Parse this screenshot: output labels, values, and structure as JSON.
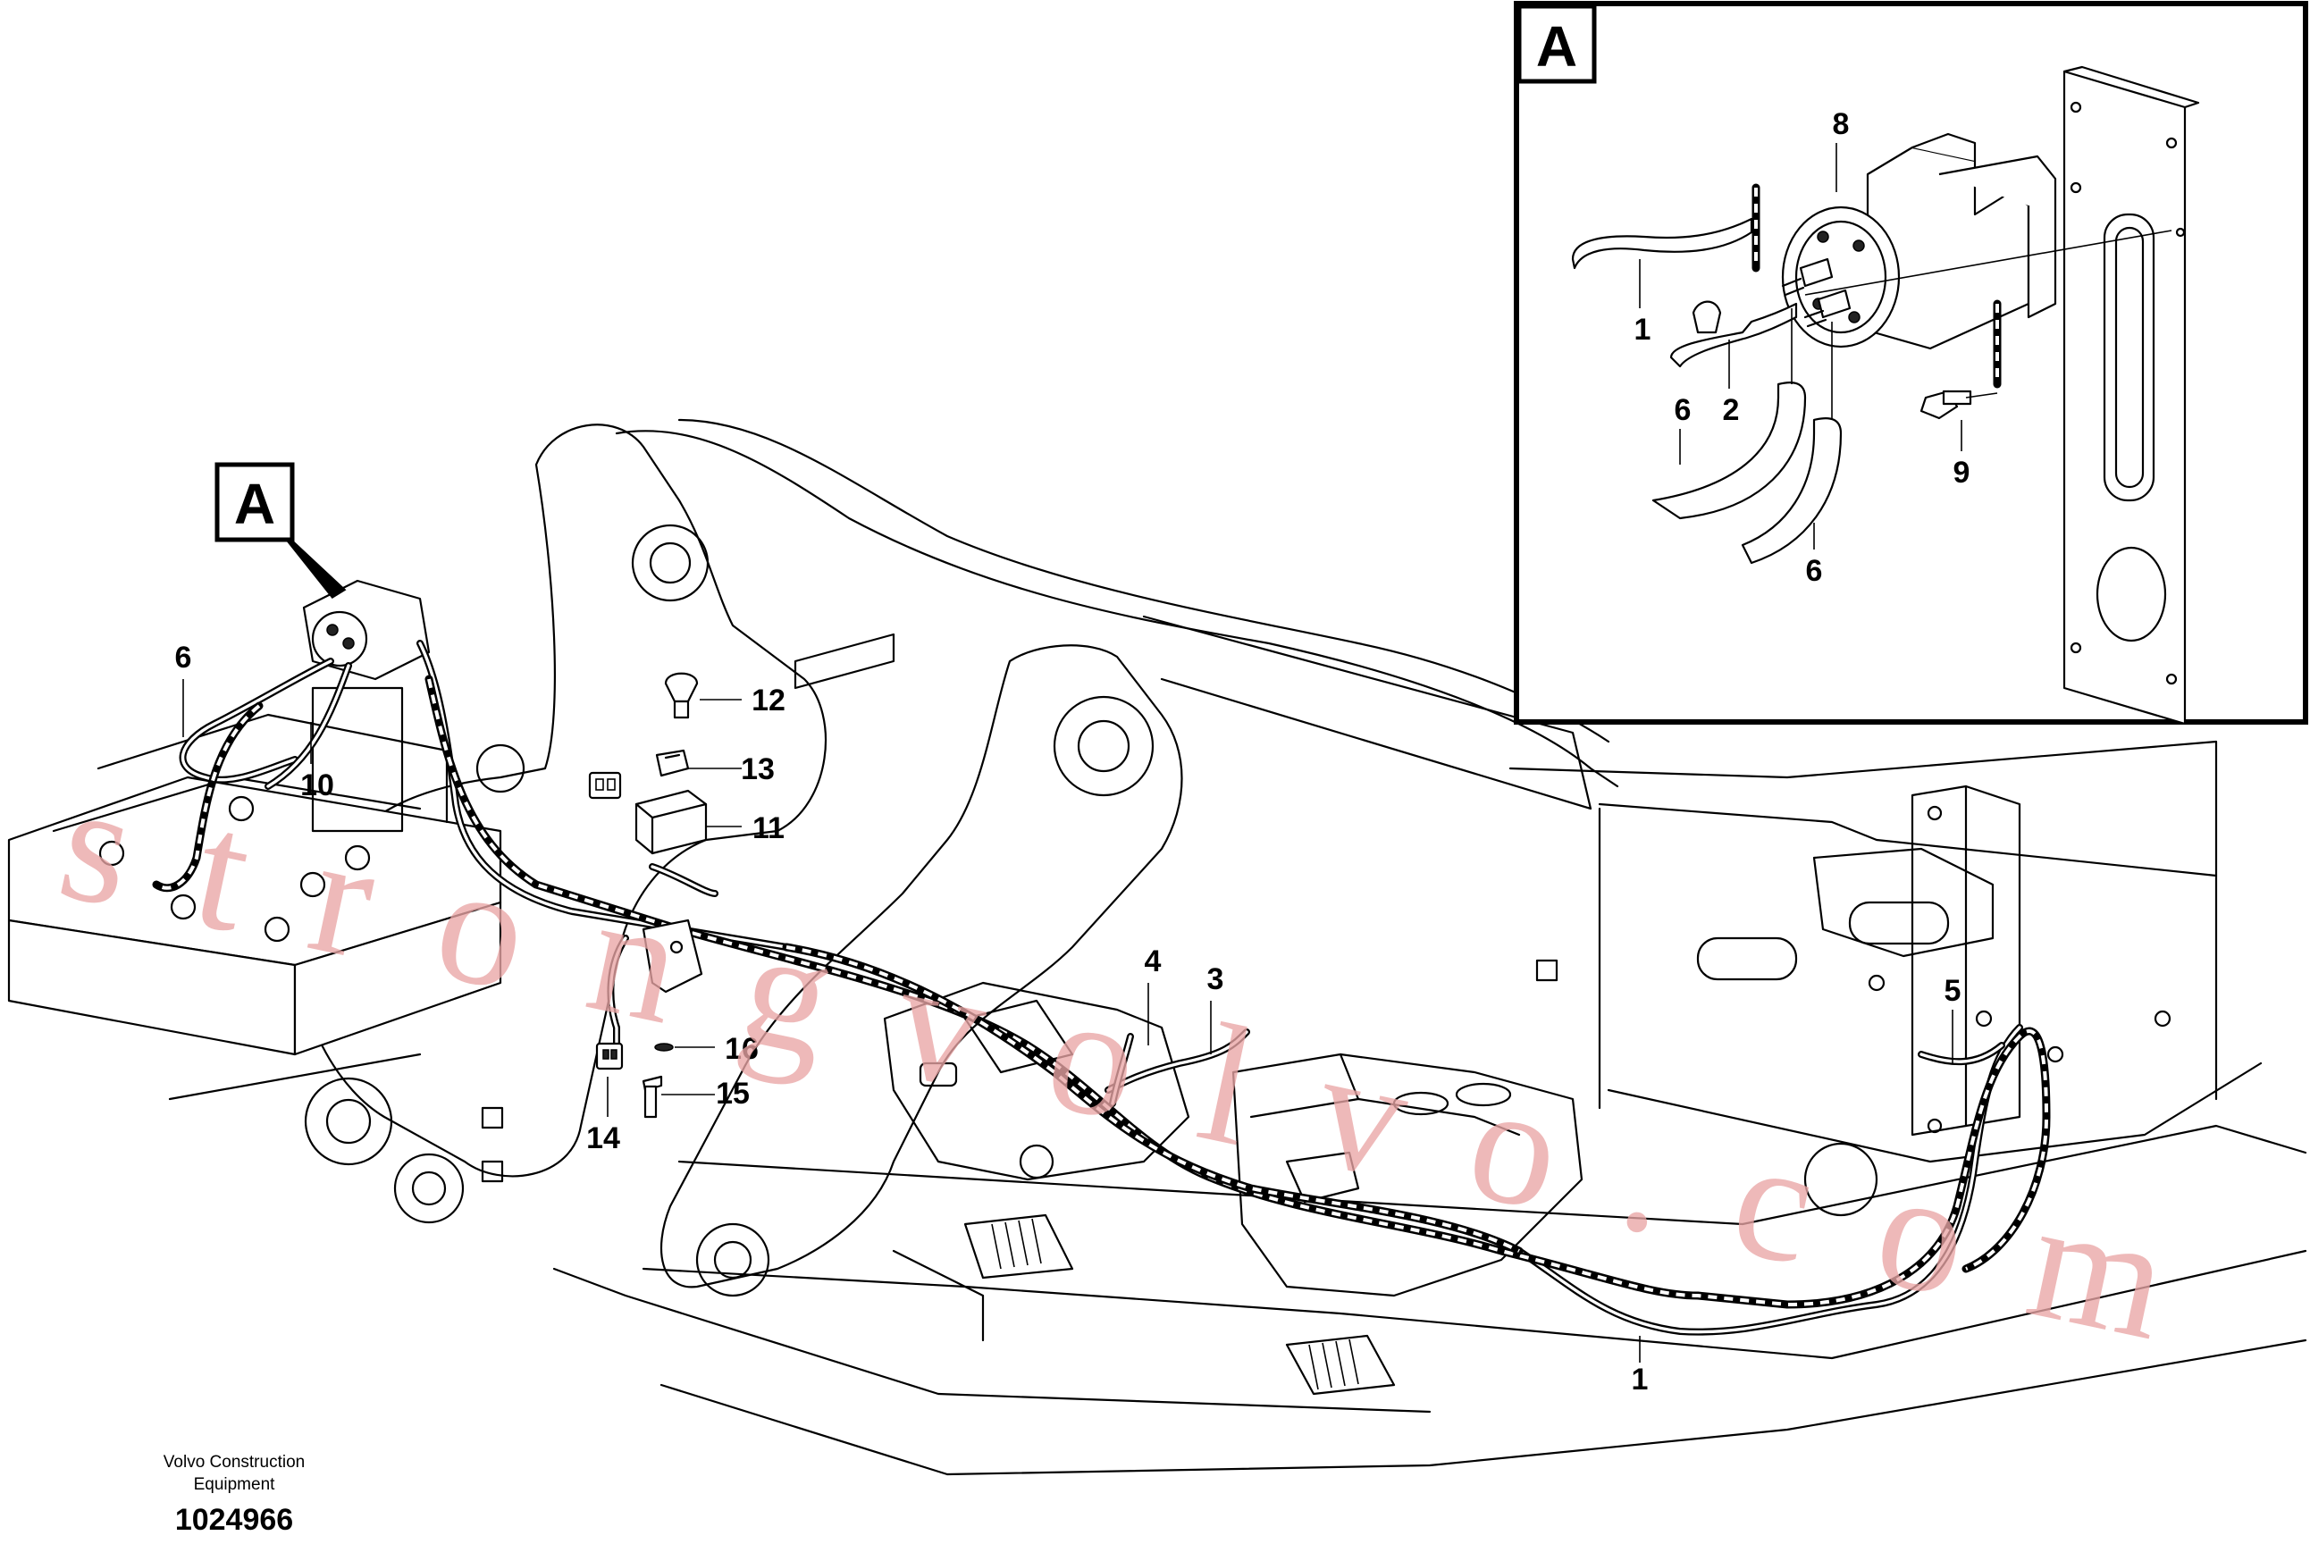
{
  "diagram": {
    "detail_view_label": "A",
    "detail_pointer_label": "A",
    "callouts": {
      "c1_main": "1",
      "c3": "3",
      "c4": "4",
      "c5": "5",
      "c6_main": "6",
      "c10": "10",
      "c11": "11",
      "c12": "12",
      "c13": "13",
      "c14": "14",
      "c15": "15",
      "c16": "16"
    },
    "detail_callouts": {
      "d1": "1",
      "d2": "2",
      "d6_left": "6",
      "d6_bottom": "6",
      "d8": "8",
      "d9": "9"
    },
    "watermark": "strongvolvo.com"
  },
  "footer": {
    "brand_line1": "Volvo Construction",
    "brand_line2": "Equipment",
    "doc_number": "1024966"
  },
  "colors": {
    "line": "#000000",
    "background": "#ffffff",
    "watermark": "#e9a5a5"
  }
}
